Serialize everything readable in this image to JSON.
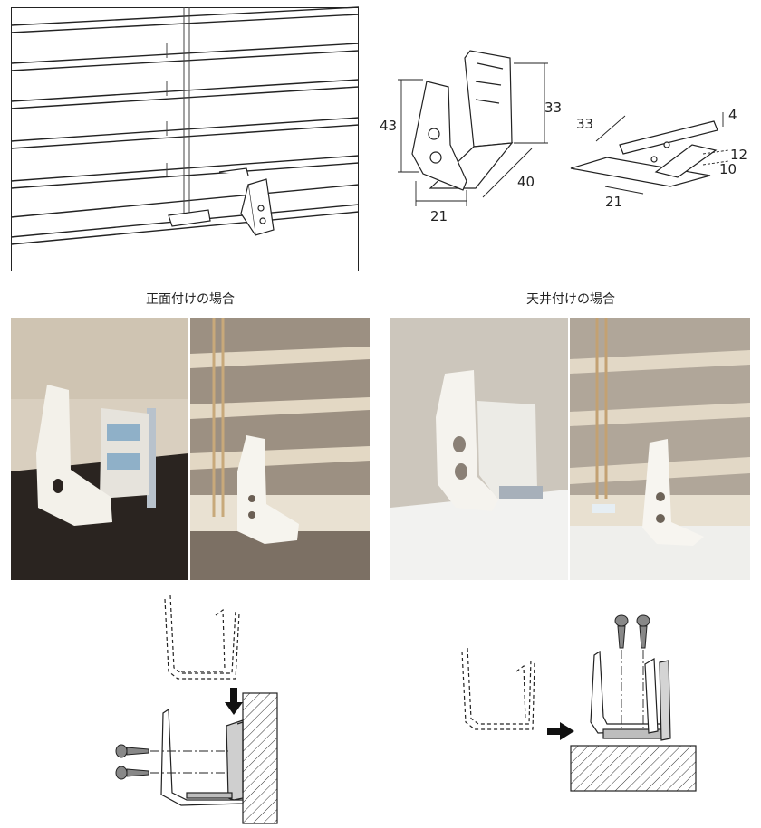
{
  "bracket_dims": {
    "height_left": "43",
    "height_right": "33",
    "depth": "40",
    "width": "21"
  },
  "clip_dims": {
    "length": "33",
    "height": "4",
    "slot_a": "12",
    "slot_b": "10",
    "width": "21"
  },
  "captions": {
    "front": "正面付けの場合",
    "ceiling": "天井付けの場合"
  },
  "colors": {
    "line": "#222222",
    "bracket_white": "#f4f2ec",
    "wall_hatch": "#333333",
    "photo_beige": "#d8cdb9",
    "photo_dark": "#2a2420"
  }
}
